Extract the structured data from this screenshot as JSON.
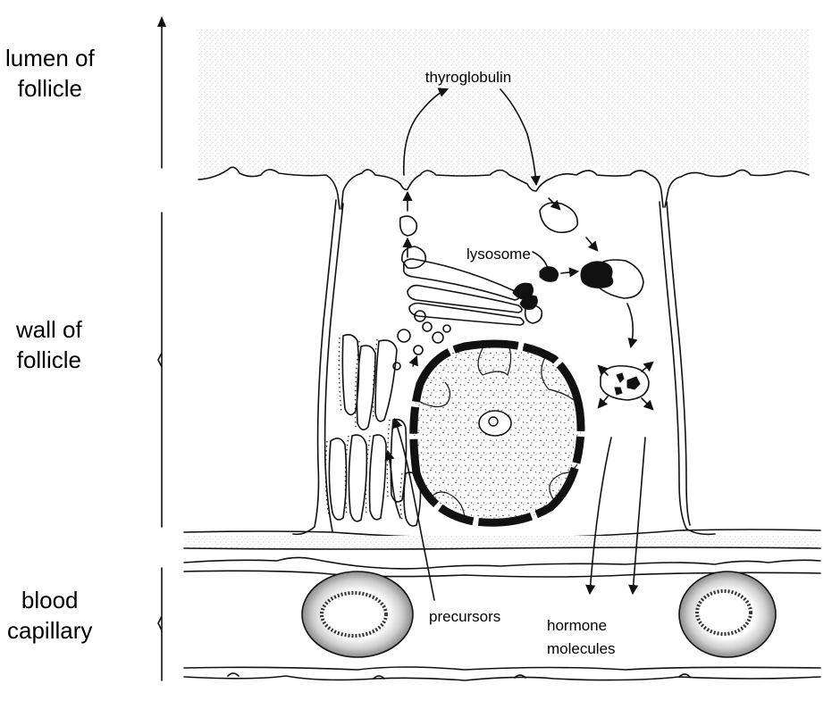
{
  "side_labels": {
    "lumen": [
      "lumen of",
      "follicle"
    ],
    "wall": [
      "wall of",
      "follicle"
    ],
    "capillary": [
      "blood",
      "capillary"
    ]
  },
  "callouts": {
    "thyroglobulin": "thyroglobulin",
    "lysosome": "lysosome",
    "precursors": "precursors",
    "hormone": [
      "hormone",
      "molecules"
    ]
  },
  "colors": {
    "ink": "#111111",
    "stipple": "#bdbdbd",
    "background": "#ffffff"
  }
}
